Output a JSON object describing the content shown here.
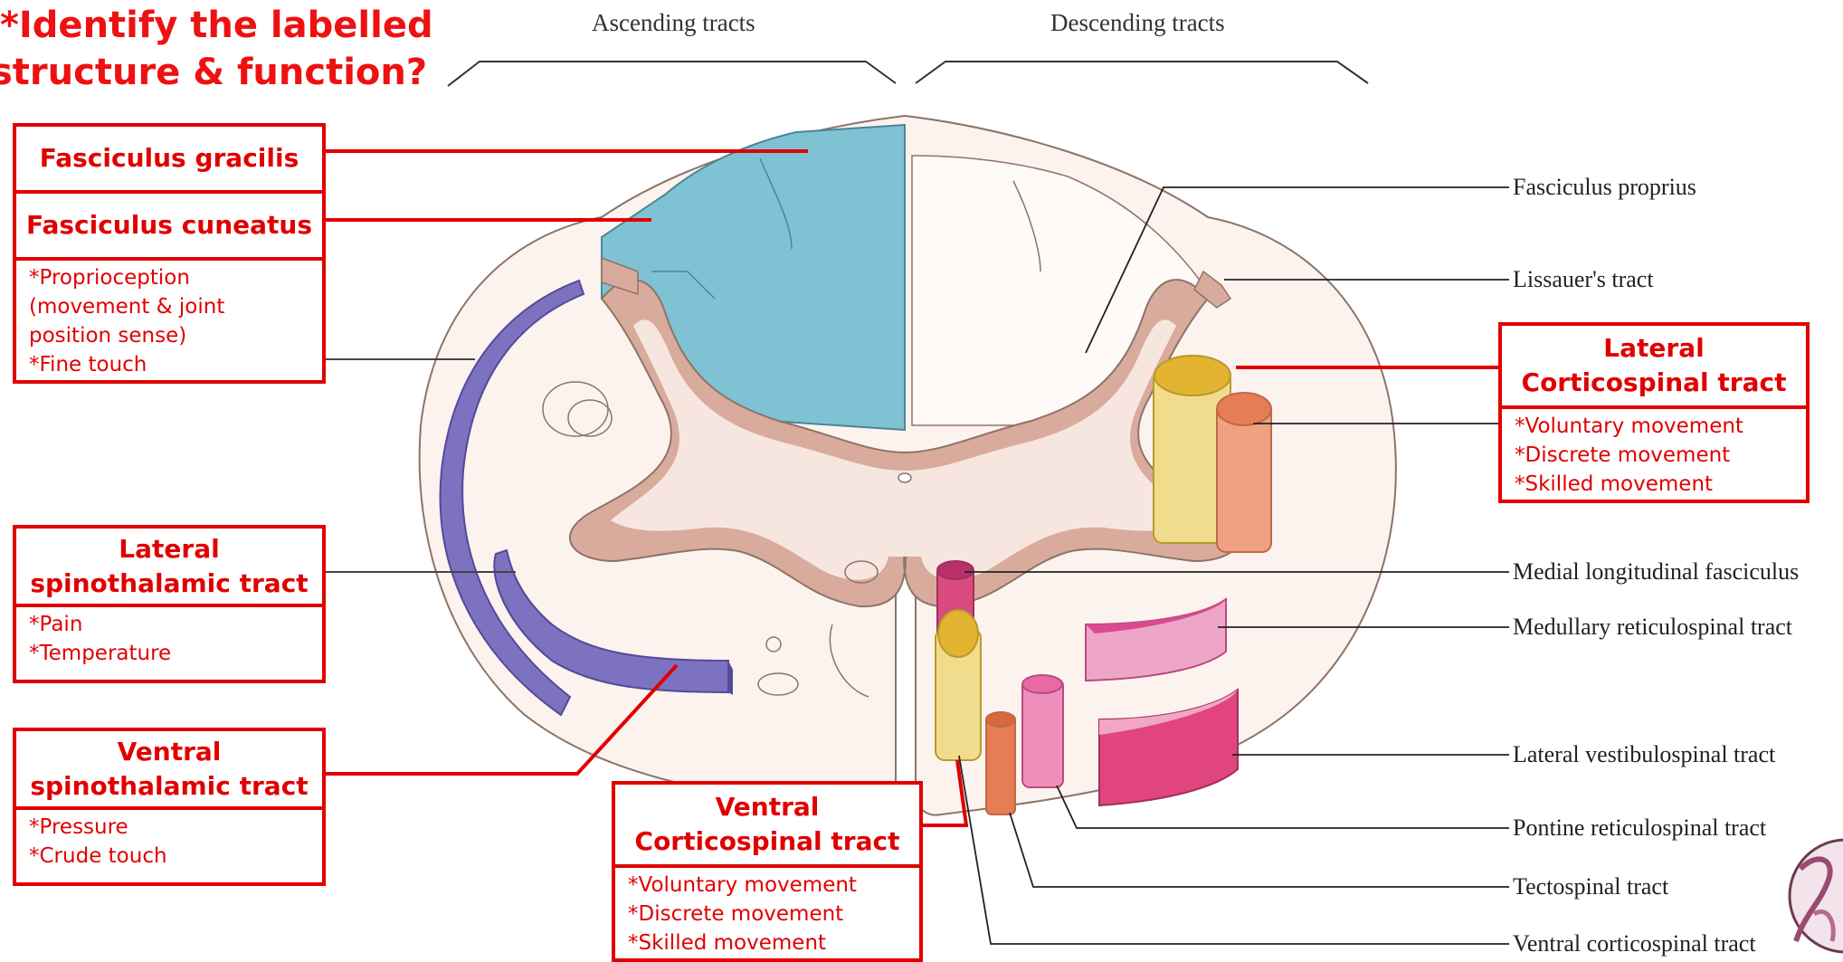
{
  "question": {
    "line1": "*Identify the labelled",
    "line2": "structure & function?"
  },
  "headers": {
    "ascending": "Ascending tracts",
    "descending": "Descending tracts"
  },
  "left_boxes": {
    "gracilis": "Fasciculus gracilis",
    "cuneatus": "Fasciculus cuneatus",
    "dorsal_functions": [
      "*Proprioception",
      "(movement & joint",
      "position sense)",
      "*Fine touch"
    ],
    "lst_title": [
      "Lateral",
      "spinothalamic tract"
    ],
    "lst_functions": [
      "*Pain",
      "*Temperature"
    ],
    "vst_title": [
      "Ventral",
      "spinothalamic tract"
    ],
    "vst_functions": [
      "*Pressure",
      "*Crude touch"
    ]
  },
  "center_box": {
    "title": [
      "Ventral",
      "Corticospinal tract"
    ],
    "functions": [
      "*Voluntary movement",
      "*Discrete movement",
      "*Skilled movement"
    ]
  },
  "right_box": {
    "title": [
      "Lateral",
      "Corticospinal tract"
    ],
    "functions": [
      "*Voluntary movement",
      "*Discrete movement",
      "*Skilled movement"
    ]
  },
  "right_labels": {
    "fasciculus_proprius": "Fasciculus proprius",
    "lissauer": "Lissauer's tract",
    "mlf": "Medial longitudinal fasciculus",
    "medullary_rst": "Medullary reticulospinal tract",
    "lateral_vst": "Lateral vestibulospinal tract",
    "pontine_rst": "Pontine reticulospinal tract",
    "tectospinal": "Tectospinal tract",
    "ventral_cst": "Ventral corticospinal tract"
  },
  "colors": {
    "accent_red": "#e00000",
    "dorsal_column": "#7fc2d3",
    "spinothalamic": "#7d72c0",
    "gray_matter": "#d9ab9c",
    "white_matter": "#fbf2ee"
  }
}
